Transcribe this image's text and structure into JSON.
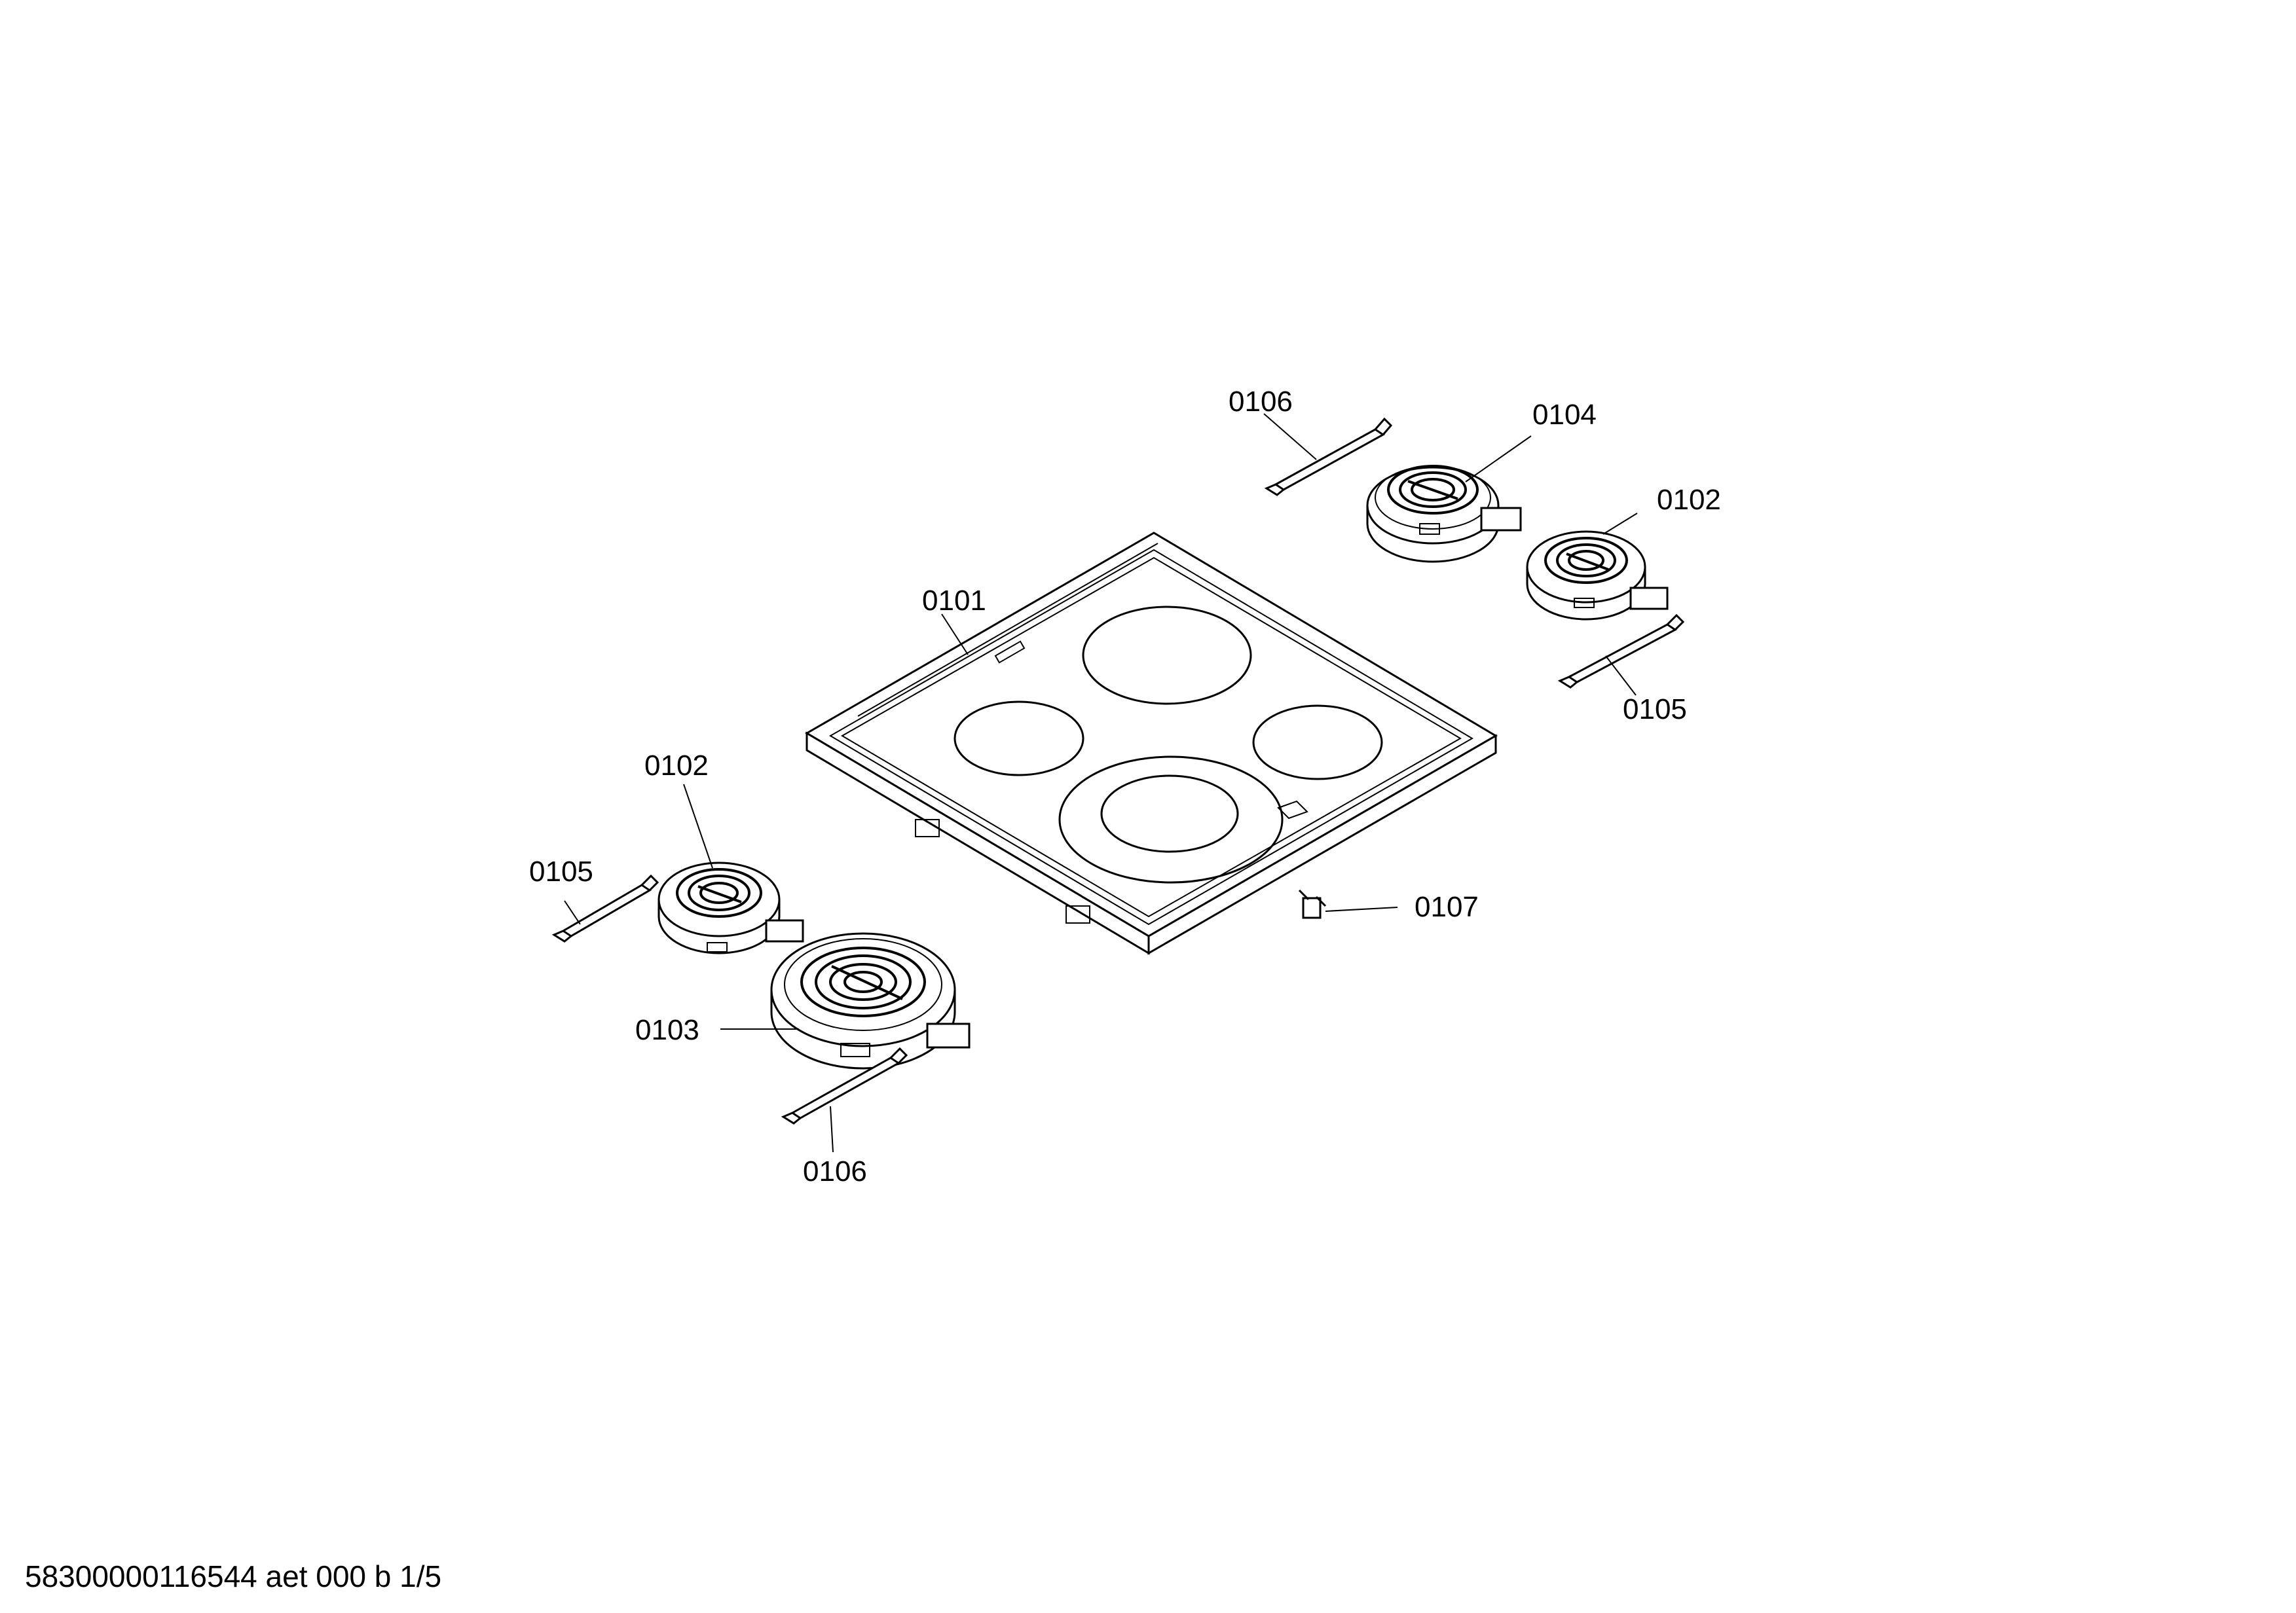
{
  "callouts": {
    "glass_top": "0101",
    "burner_small_right": "0102",
    "burner_small_left": "0102",
    "burner_large": "0103",
    "burner_medium": "0104",
    "bracket_right_lower": "0105",
    "bracket_left": "0105",
    "bracket_right_upper": "0106",
    "bracket_left_lower": "0106",
    "connector": "0107"
  },
  "footer": {
    "document_id": "58300000116544 aet 000 b 1/5"
  }
}
